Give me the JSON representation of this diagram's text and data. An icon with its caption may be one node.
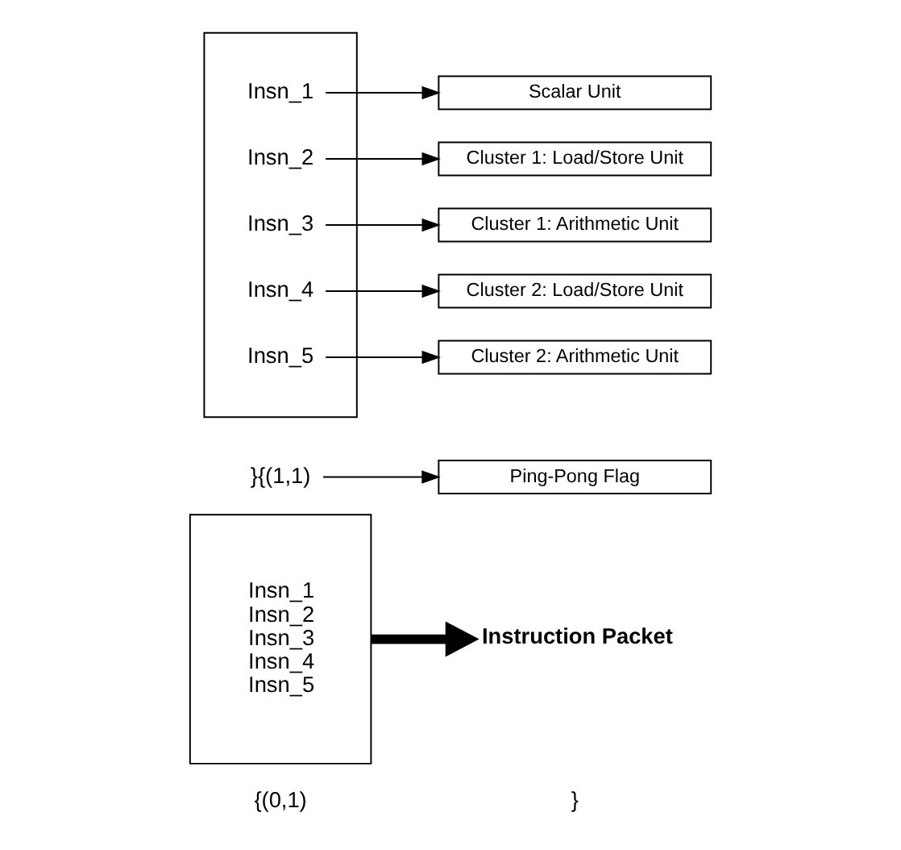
{
  "diagram": {
    "nodes": [
      {
        "text": [],
        "shape": "box"
      },
      {
        "text": [
          "Insn_1"
        ],
        "in": 0
      },
      {
        "text": [
          "Insn_2"
        ],
        "in": 0
      },
      {
        "text": [
          "Insn_3"
        ],
        "in": 0
      },
      {
        "text": [
          "Insn_4"
        ],
        "in": 0
      },
      {
        "text": [
          "Insn_5"
        ],
        "in": 0
      },
      {
        "text": [
          "Scalar Unit"
        ]
      },
      {
        "text": [
          "Cluster 1: Load/Store Unit"
        ]
      },
      {
        "text": [
          "Cluster 1: Arithmetic Unit"
        ]
      },
      {
        "text": [
          "Cluster 2: Load/Store Unit"
        ]
      },
      {
        "text": [
          "Cluster 2: Arithmetic Unit"
        ]
      },
      {
        "text": [
          "}{(1,1)"
        ]
      },
      {
        "text": [
          "Ping-Pong Flag"
        ]
      },
      {
        "text": [
          "Insn_1",
          "Insn_2",
          "Insn_3",
          "Insn_4",
          "Insn_5"
        ]
      },
      {
        "text": [
          "Instruction Packet"
        ]
      }
    ],
    "edges": [
      {
        "from": 1,
        "to": 6,
        "arrow": "to"
      },
      {
        "from": 2,
        "to": 7,
        "arrow": "to"
      },
      {
        "from": 3,
        "to": 8,
        "arrow": "to"
      },
      {
        "from": 4,
        "to": 9,
        "arrow": "to"
      },
      {
        "from": 5,
        "to": 10,
        "arrow": "to"
      },
      {
        "from": 11,
        "to": 12,
        "arrow": "to"
      },
      {
        "from": 13,
        "to": 14,
        "arrow": "to",
        "style": "thick"
      }
    ],
    "labels": [
      "{(0,1)",
      "}"
    ]
  }
}
